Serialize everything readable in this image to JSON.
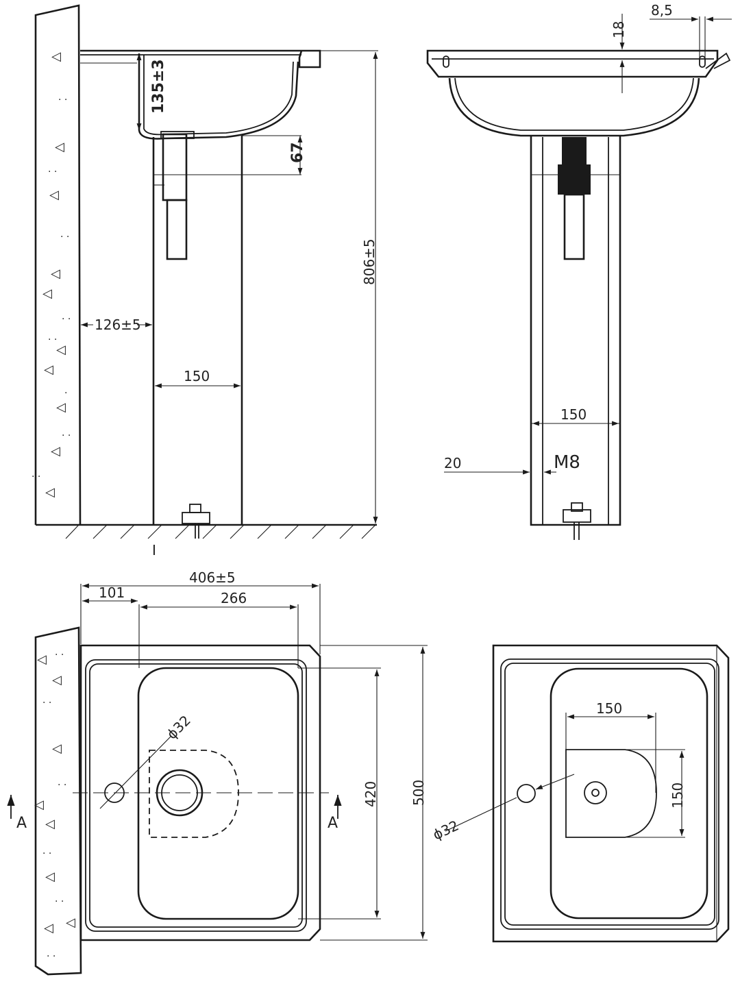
{
  "views": {
    "side_section": {
      "dims": {
        "bowl_depth": "135±3",
        "siphon_height": "67",
        "total_height": "806±5",
        "wall_offset": "126±5",
        "pedestal_width": "150"
      },
      "section_mark": "I"
    },
    "front_elevation": {
      "dims": {
        "rim_thickness": "18",
        "lip": "8,5",
        "pedestal_width": "150",
        "anchor_offset": "20",
        "bolt": "M8"
      }
    },
    "plan_view": {
      "dims": {
        "overall_width": "406±5",
        "wall_to_bowl": "101",
        "bowl_width": "266",
        "bowl_length": "420",
        "overall_length": "500",
        "tap_hole": "ϕ32"
      },
      "section_label_left": "A",
      "section_label_right": "A"
    },
    "plan_view_right": {
      "dims": {
        "pedestal_width": "150",
        "pedestal_depth": "150",
        "tap_hole": "ϕ32"
      }
    }
  }
}
